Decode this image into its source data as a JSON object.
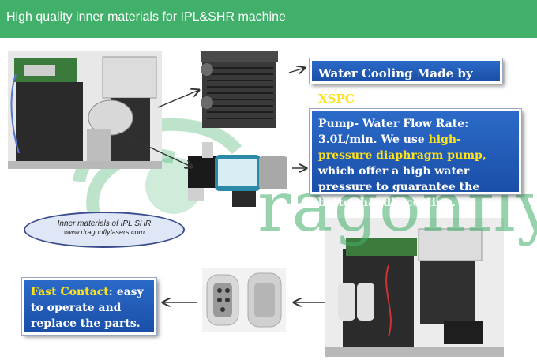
{
  "header": {
    "title": "High quality inner materials for IPL&SHR machine"
  },
  "oval": {
    "line1": "Inner materials of IPL SHR",
    "line2": "www.dragonflylasers.com"
  },
  "watermark": {
    "text": "ragonfly",
    "reg": "®"
  },
  "callouts": {
    "cooling": {
      "text": "Water Cooling Made by ",
      "brand": "XSPC"
    },
    "pump": {
      "p1": "Pump- Water Flow Rate: 3.0L/min. We use ",
      "highlight": "high-pressure diaphragm pump,",
      "p2": " which offer a high water pressure to guarantee the better handle cooling."
    },
    "contact": {
      "highlight": "Fast Contact",
      "rest": ": easy to operate and replace the parts."
    }
  },
  "colors": {
    "header": "#41b06a",
    "callout": "#1f5bb8",
    "highlight": "#ffe21a",
    "watermark": "#41b06a"
  }
}
